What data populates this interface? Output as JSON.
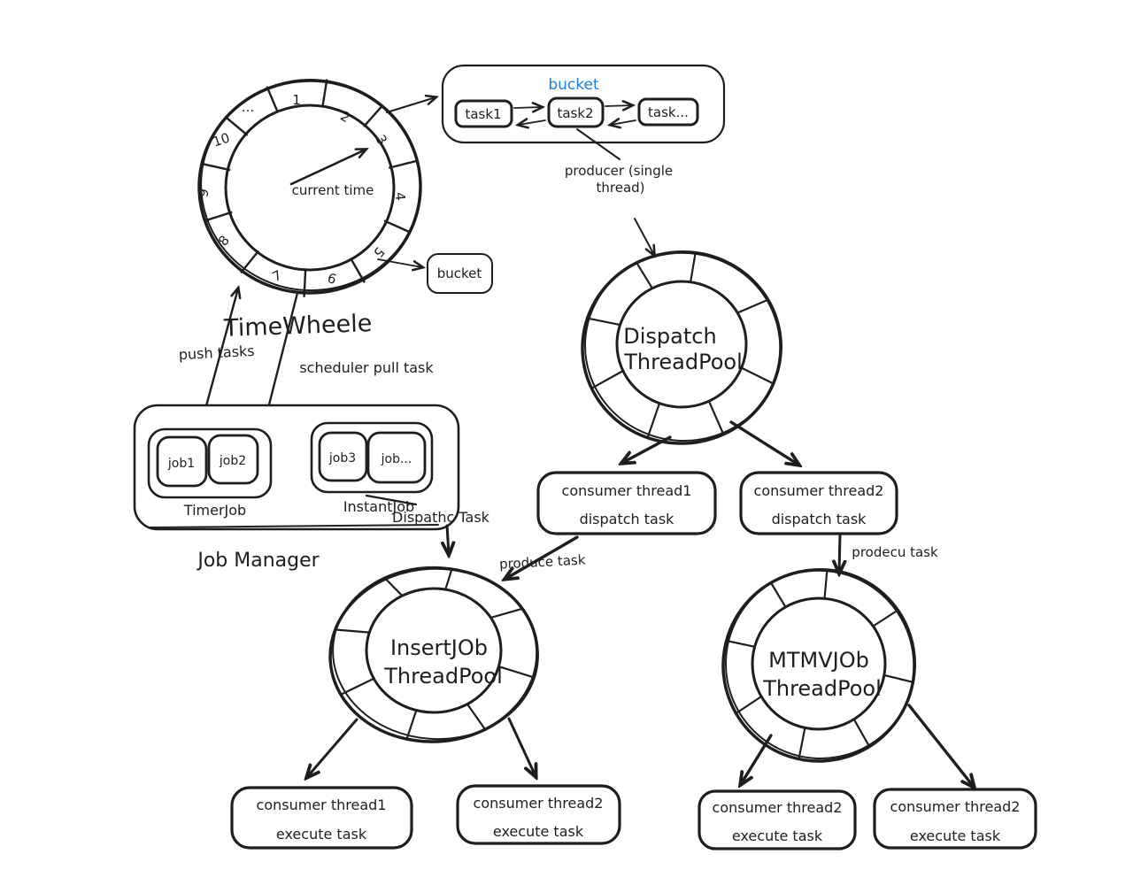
{
  "canvas": {
    "background": "#ffffff",
    "ink": "#1e1e1e",
    "accent": "#1c7ed6"
  },
  "time_wheel": {
    "title": "TimeWheele",
    "center_label": "current time",
    "slots": [
      "1",
      "2",
      "3",
      "4",
      "5",
      "6",
      "7",
      "8",
      "9",
      "10",
      "..."
    ]
  },
  "bucket_panel": {
    "title": "bucket",
    "tasks": [
      "task1",
      "task2",
      "task..."
    ]
  },
  "producer": {
    "line1": "producer (single",
    "line2": "thread)"
  },
  "small_bucket": {
    "label": "bucket"
  },
  "edges": {
    "push_tasks": "push tasks",
    "scheduler_pull_task": "scheduler pull task",
    "dispatch_task": "Dispathc Task",
    "produce_task": "produce task",
    "prodecu_task": "prodecu task"
  },
  "job_manager": {
    "title": "Job Manager",
    "groups": [
      {
        "label": "TimerJob",
        "jobs": [
          "job1",
          "job2"
        ]
      },
      {
        "label": "InstantJob",
        "jobs": [
          "job3",
          "job..."
        ]
      }
    ]
  },
  "pools": {
    "dispatch": {
      "line1": "Dispatch",
      "line2": "ThreadPool"
    },
    "insert": {
      "line1": "InsertJOb",
      "line2": "ThreadPool"
    },
    "mtmv": {
      "line1": "MTMVJOb",
      "line2": "ThreadPool"
    }
  },
  "consumers": {
    "dispatch1": {
      "line1": "consumer thread1",
      "line2": "dispatch task"
    },
    "dispatch2": {
      "line1": "consumer thread2",
      "line2": "dispatch task"
    },
    "insert1": {
      "line1": "consumer thread1",
      "line2": "execute task"
    },
    "insert2": {
      "line1": "consumer thread2",
      "line2": "execute task"
    },
    "mtmv1": {
      "line1": "consumer thread2",
      "line2": "execute task"
    },
    "mtmv2": {
      "line1": "consumer thread2",
      "line2": "execute task"
    }
  }
}
